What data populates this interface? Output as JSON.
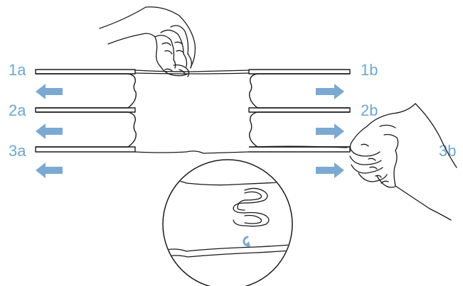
{
  "labels": {
    "l1a": "1a",
    "l2a": "2a",
    "l3a": "3a",
    "l1b": "1b",
    "l2b": "2b",
    "l3b": "3b"
  },
  "colors": {
    "label": "#6fa6cf",
    "arrow": "#7ba9d1",
    "line": "#1a1a1a",
    "background": "#ffffff"
  },
  "icons": {
    "arrow_left": "arrow-left-icon",
    "arrow_right": "arrow-right-icon",
    "rotate": "rotate-icon",
    "hand": "hand-icon",
    "magnifier": "magnifier-circle"
  }
}
